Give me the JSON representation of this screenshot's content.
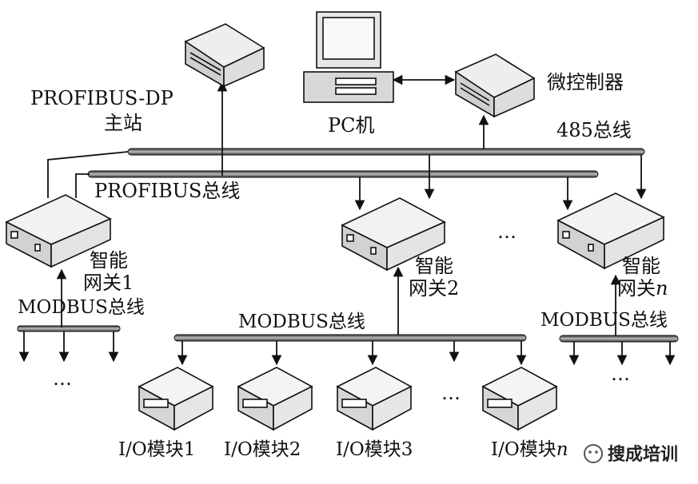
{
  "labels": {
    "master_line1": "PROFIBUS-DP",
    "master_line2": "主站",
    "pc": "PC机",
    "micro": "微控制器",
    "bus485": "485总线",
    "profibus_bus": "PROFIBUS总线",
    "gw1_line1": "智能",
    "gw1_line2": "网关1",
    "gw2_line1": "智能",
    "gw2_line2": "网关2",
    "gwn_line1": "智能",
    "gwn_line2": "网关",
    "gwn_suffix": "n",
    "modbus_left": "MODBUS总线",
    "modbus_center": "MODBUS总线",
    "modbus_right": "MODBUS总线",
    "io1": "I/O模块1",
    "io2": "I/O模块2",
    "io3": "I/O模块3",
    "ion": "I/O模块",
    "ion_suffix": "n",
    "ellipsis_gw": "…",
    "ellipsis_left": "…",
    "ellipsis_io": "…",
    "ellipsis_right": "…",
    "watermark": "搜成培训"
  }
}
